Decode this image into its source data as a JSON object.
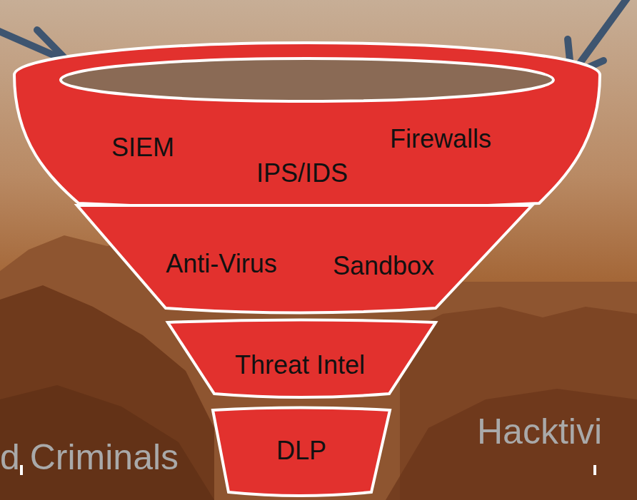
{
  "diagram": {
    "nodes": [
      {
        "text": [
          "SIEM",
          "IPS/IDS",
          "Firewalls"
        ]
      },
      {
        "text": [
          "Anti-Virus",
          "Sandbox"
        ]
      },
      {
        "text": [
          "Threat Intel"
        ]
      },
      {
        "text": [
          "DLP"
        ]
      }
    ],
    "labels": [
      "d Criminals",
      "Hacktivi"
    ]
  }
}
